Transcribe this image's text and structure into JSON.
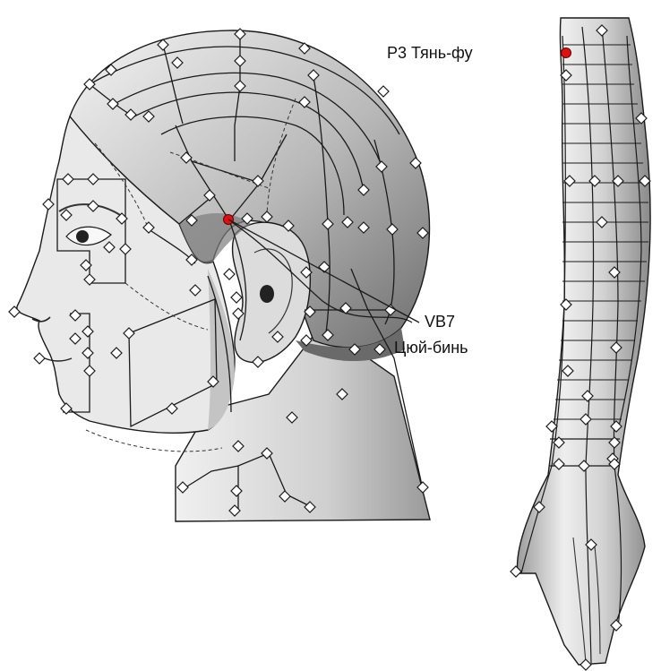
{
  "labels": {
    "arm_point": "P3 Тянь-фу",
    "head_point_code": "VB7",
    "head_point_name": "Цюй-бинь"
  },
  "colors": {
    "background": "#ffffff",
    "skin": "#e6e6e6",
    "skin_shadow": "#9a9a9a",
    "hair": "#8c8c8c",
    "line": "#1a1a1a",
    "marker_fill": "#ffffff",
    "highlight_point": "#dd1111"
  }
}
